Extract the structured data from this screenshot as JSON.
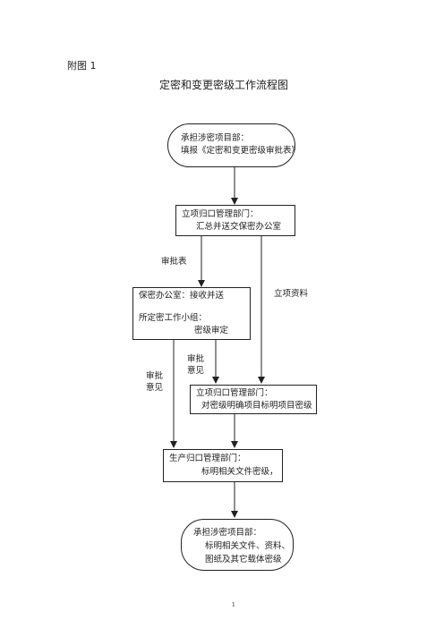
{
  "header": {
    "appendix_label": "附图 1",
    "title": "定密和变更密级工作流程图"
  },
  "nodes": {
    "start": {
      "line1": "承担涉密项目部：",
      "line2": "填报《定密和变更密级审批表》"
    },
    "dept1": {
      "line1": "立项归口管理部门：",
      "line2": "汇总并送交保密办公室"
    },
    "security": {
      "line1": "保密办公室：接收并送",
      "line2": "所定密工作小组：",
      "line3": "密级审定"
    },
    "dept2": {
      "line1": "立项归口管理部门：",
      "line2": "对密级明确项目标明项目密级"
    },
    "production": {
      "line1": "生产归口管理部门：",
      "line2": "标明相关文件密级，"
    },
    "end": {
      "line1": "承担涉密项目部：",
      "line2": "标明相关文件、资料、",
      "line3": "图纸及其它载体密级"
    }
  },
  "edge_labels": {
    "approval_form": "审批表",
    "project_materials": "立项资料",
    "approval_opinion_right": {
      "line1": "审批",
      "line2": "意见"
    },
    "approval_opinion_left": {
      "line1": "审批",
      "line2": "意见"
    }
  },
  "footer": {
    "page_number": "1"
  }
}
